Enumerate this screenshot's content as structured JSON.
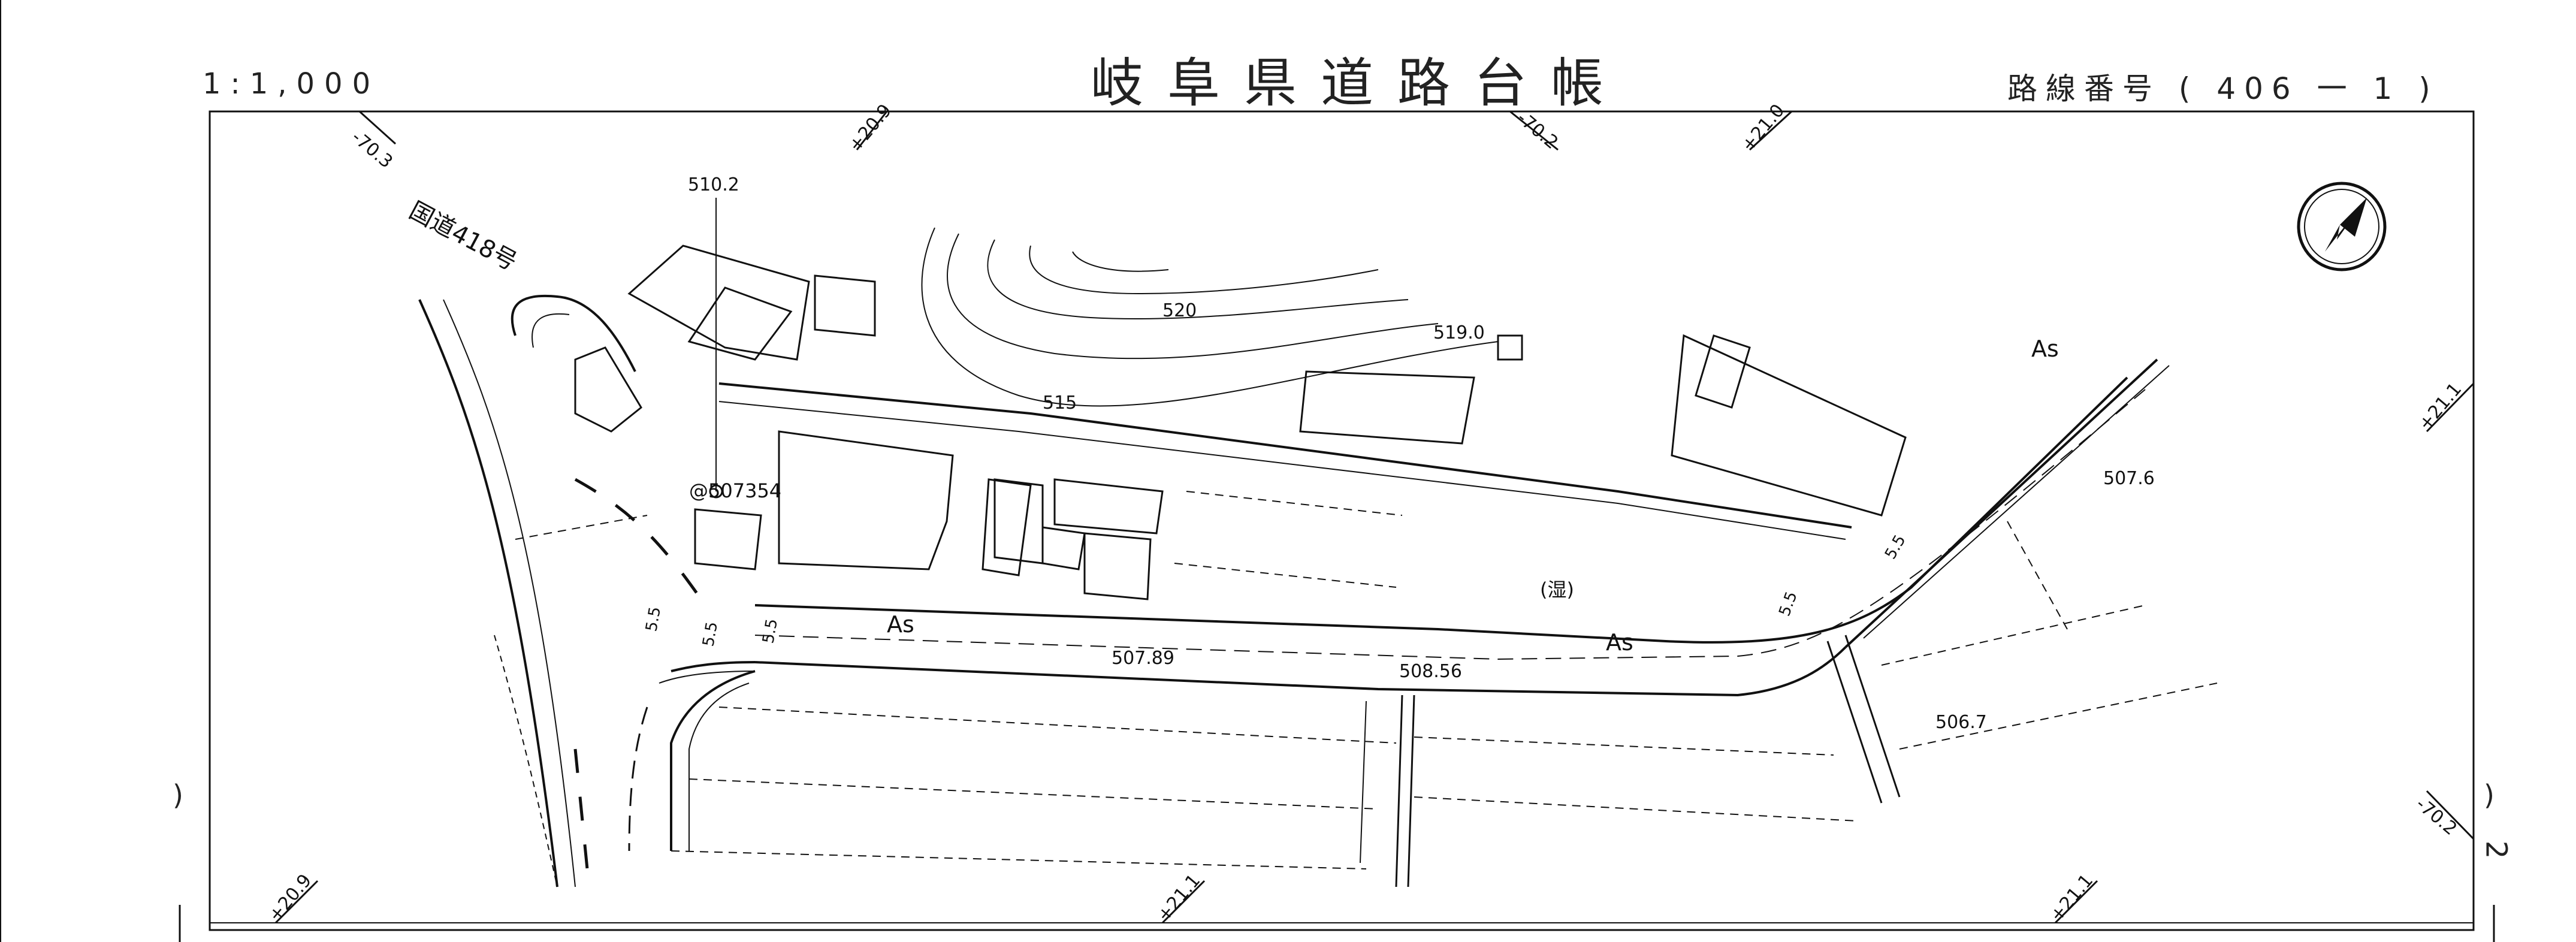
{
  "header": {
    "scale": "1:1,000",
    "title": "岐阜県道路台帳",
    "route_number": "路線番号 ( 406 一  1  )"
  },
  "margin_marks": {
    "left_paren": ")",
    "right_paren": ")",
    "sheet_number": "2"
  },
  "map": {
    "road_name": "国道418号",
    "surface_labels": [
      "As",
      "As",
      "As"
    ],
    "wet_label": "(湿)",
    "benchmark_id": "@507354",
    "elevation_spots": [
      "510.2",
      "519.0",
      "507.89",
      "508.56",
      "507.6",
      "506.7"
    ],
    "contours": [
      "520",
      "515"
    ],
    "grid_ticks": [
      "-70.3",
      "+20.9",
      "-70.2",
      "+21.0",
      "+21.1",
      "-70.2",
      "+20.9",
      "+21.1",
      "+21.1"
    ],
    "road_widths": [
      "5.5",
      "5.5",
      "5.5",
      "5.5",
      "5.5"
    ],
    "north_arrow": "north-arrow-icon"
  }
}
